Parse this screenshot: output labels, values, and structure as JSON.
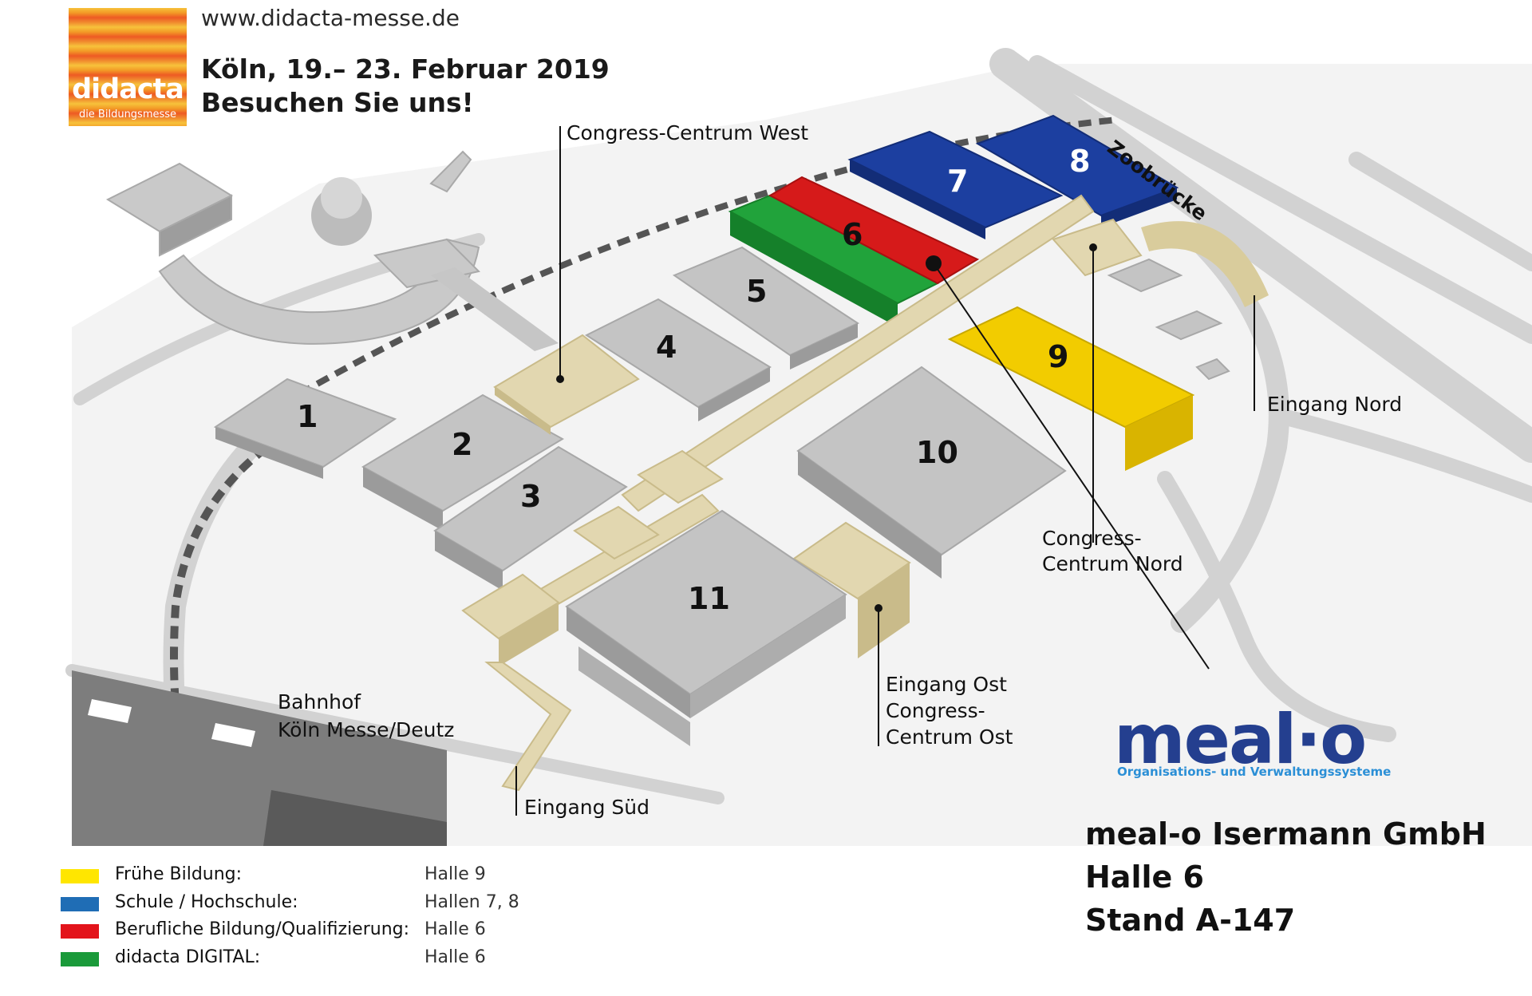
{
  "header": {
    "url": "www.didacta-messe.de",
    "date_line": "Köln, 19.– 23. Februar 2019",
    "visit_line": "Besuchen Sie uns!"
  },
  "logo": {
    "word": "didacta",
    "subline": "die Bildungsmesse"
  },
  "halls": [
    {
      "number": "1"
    },
    {
      "number": "2"
    },
    {
      "number": "3"
    },
    {
      "number": "4"
    },
    {
      "number": "5"
    },
    {
      "number": "6"
    },
    {
      "number": "7"
    },
    {
      "number": "8"
    },
    {
      "number": "9"
    },
    {
      "number": "10"
    },
    {
      "number": "11"
    }
  ],
  "labels": {
    "congress_west": "Congress-Centrum West",
    "zoobruecke": "Zoobrücke",
    "eingang_nord": "Eingang Nord",
    "congress_nord_1": "Congress-",
    "congress_nord_2": "Centrum Nord",
    "eingang_ost_1": "Eingang Ost",
    "eingang_ost_2": "Congress-",
    "eingang_ost_3": "Centrum Ost",
    "bahnhof_1": "Bahnhof",
    "bahnhof_2": "Köln Messe/Deutz",
    "eingang_sued": "Eingang Süd"
  },
  "brand": {
    "word": "meal·o",
    "subline": "Organisations- und Verwaltungssysteme"
  },
  "company": {
    "name": "meal-o Isermann GmbH",
    "hall": "Halle 6",
    "stand": "Stand A-147"
  },
  "legend": [
    {
      "name": "Frühe Bildung:",
      "hall": "Halle 9",
      "color": "#ffe600"
    },
    {
      "name": "Schule / Hochschule:",
      "hall": "Hallen 7, 8",
      "color": "#1f6db5"
    },
    {
      "name": "Berufliche Bildung/Qualifizierung:",
      "hall": "Halle 6",
      "color": "#e3141b"
    },
    {
      "name": "didacta DIGITAL:",
      "hall": "Halle 6",
      "color": "#1a9a3a"
    }
  ],
  "colors": {
    "yellow": "#f2cc00",
    "blue": "#1c3fa0",
    "red": "#d61a1a",
    "green": "#21a33b",
    "hall_gray": "#bdbdbd",
    "walkway_beige": "#e2d7b0"
  }
}
